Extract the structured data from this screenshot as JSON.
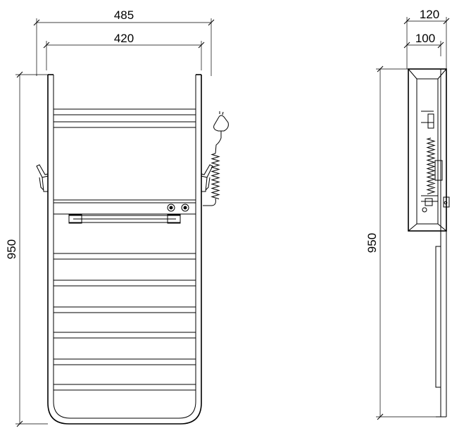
{
  "front_view": {
    "dim_overall_width": "485",
    "dim_inner_width": "420",
    "dim_height": "950"
  },
  "side_view": {
    "dim_overall_depth": "120",
    "dim_inner_depth": "100",
    "dim_height": "950"
  },
  "colors": {
    "line": "#000000",
    "background": "#ffffff"
  }
}
